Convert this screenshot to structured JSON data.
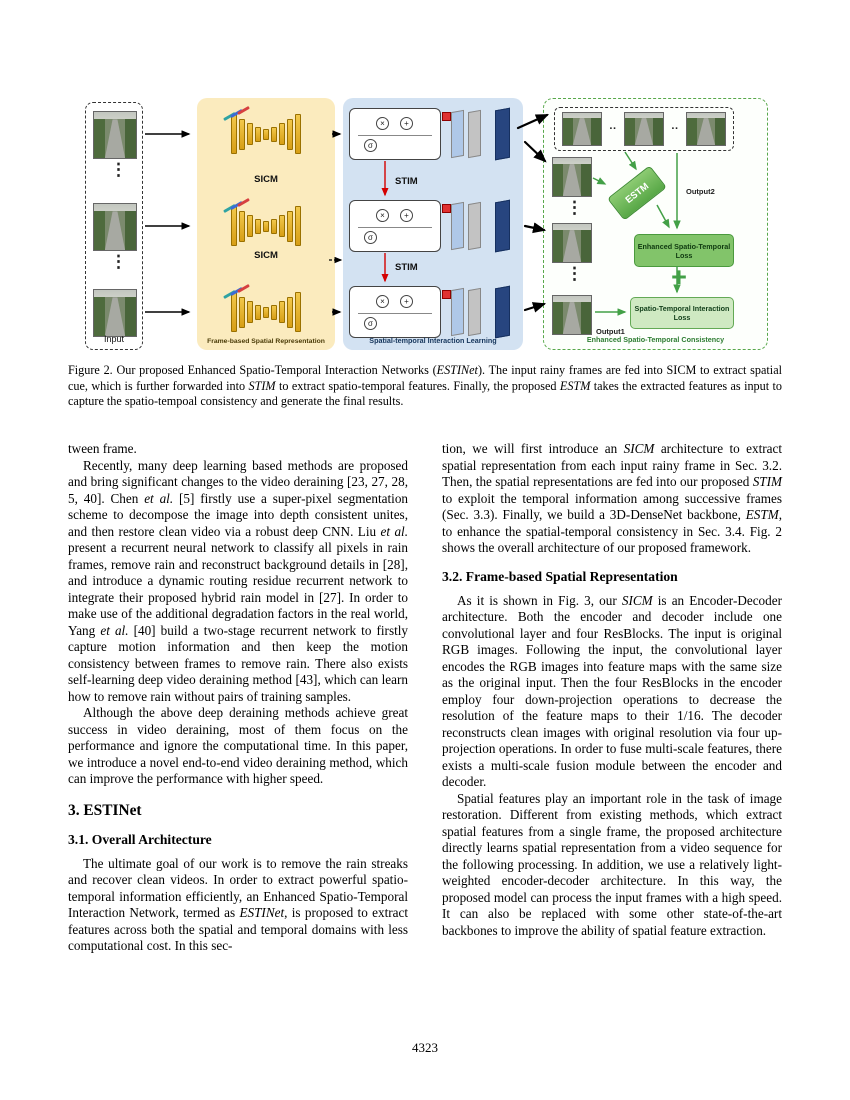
{
  "figure": {
    "input_label": "Input",
    "sicm_label_1": "SICM",
    "sicm_label_2": "SICM",
    "stim_label_1": "STIM",
    "stim_label_2": "STIM",
    "yellow_panel_label": "Frame-based Spatial Representation",
    "blue_panel_label": "Spatial-temporal Interaction Learning",
    "green_panel_label": "Enhanced Spatio-Temporal Consistency",
    "estm_label": "ESTM",
    "output2_label": "Output2",
    "output1_label": "Output1",
    "loss_top_label": "Enhanced Spatio-Temporal Loss",
    "plus_label": "+",
    "loss_bottom_label": "Spatio-Temporal Interaction Loss",
    "dots_vertical": "⋮",
    "dots_horizontal": "··",
    "stim_sym_mul": "×",
    "stim_sym_add": "+",
    "stim_sym_sig": "σ",
    "colors": {
      "yellow_panel": "#FBEBBE",
      "blue_panel": "#D3E2F2",
      "green_border": "#58A84B",
      "bar_gold": "#E8B62C",
      "navy_block": "#27457F",
      "estm_green": "#57A746",
      "loss_green": "#82C46A",
      "loss_light_green": "#CFE9C2",
      "red_accent": "#E03131"
    }
  },
  "caption": [
    {
      "t": "Figure 2.  Our proposed Enhanced Spatio-Temporal Interaction Networks ("
    },
    {
      "t": "ESTINet",
      "i": true
    },
    {
      "t": ").  The input rainy frames are fed into SICM to extract spatial cue, which is further forwarded into "
    },
    {
      "t": "STIM",
      "i": true
    },
    {
      "t": " to extract spatio-temporal features.  Finally, the proposed "
    },
    {
      "t": "ESTM",
      "i": true
    },
    {
      "t": " takes the extracted features as input to capture the spatio-tempoal consistency and generate the final results."
    }
  ],
  "columns": {
    "left": {
      "p0": "tween frame.",
      "p1": [
        {
          "t": "Recently, many deep learning based methods are proposed and bring significant changes to the video deraining [23, 27, 28, 5, 40]. Chen "
        },
        {
          "t": "et al.",
          "i": true
        },
        {
          "t": " [5] firstly use a super-pixel segmentation scheme to decompose the image into depth consistent unites, and then restore clean video via a robust deep CNN. Liu "
        },
        {
          "t": "et al.",
          "i": true
        },
        {
          "t": " present a recurrent neural network to classify all pixels in rain frames, remove rain and reconstruct background details in [28], and introduce a dynamic routing residue recurrent network to integrate their proposed hybrid rain model in [27]. In order to make use of the additional degradation factors in the real world, Yang "
        },
        {
          "t": "et al.",
          "i": true
        },
        {
          "t": " [40] build a two-stage recurrent network to firstly capture motion information and then keep the motion consistency between frames to remove rain. There also exists self-learning deep video deraining method [43], which can learn how to remove rain without pairs of training samples."
        }
      ],
      "p2": "Although the above deep deraining methods achieve great success in video deraining, most of them focus on the performance and ignore the computational time.  In this paper, we introduce a novel end-to-end video deraining method, which can improve the performance with higher speed.",
      "h_section": "3. ESTINet",
      "h_sub": "3.1. Overall Architecture",
      "p3": [
        {
          "t": "The ultimate goal of our work is to remove the rain streaks and recover clean videos.  In order to extract powerful spatio-temporal information efficiently, an Enhanced Spatio-Temporal Interaction Network, termed as "
        },
        {
          "t": "ESTINet",
          "i": true
        },
        {
          "t": ", is proposed to extract features across both the spatial and temporal domains with less computational cost. In this sec-"
        }
      ]
    },
    "right": {
      "p4": [
        {
          "t": "tion, we will first introduce an "
        },
        {
          "t": "SICM",
          "i": true
        },
        {
          "t": " architecture to extract spatial representation from each input rainy frame in Sec. 3.2.  Then, the spatial representations are fed into our proposed "
        },
        {
          "t": "STIM",
          "i": true
        },
        {
          "t": " to exploit the temporal information among successive frames (Sec. 3.3). Finally, we build a 3D-DenseNet backbone, "
        },
        {
          "t": "ESTM",
          "i": true
        },
        {
          "t": ", to enhance the spatial-temporal consistency in Sec. 3.4.  Fig. 2 shows the overall architecture of our proposed framework."
        }
      ],
      "h_sub": "3.2. Frame-based Spatial Representation",
      "p5": [
        {
          "t": "As it is shown in Fig.  3, our "
        },
        {
          "t": "SICM",
          "i": true
        },
        {
          "t": " is an Encoder-Decoder architecture. Both the encoder and decoder include one convolutional layer and four ResBlocks.  The input is original RGB images.  Following the input, the convolutional layer encodes the RGB images into feature maps with the same size as the original input. Then the four ResBlocks in the encoder employ four down-projection operations to decrease the resolution of the feature maps to their 1/16. The decoder reconstructs clean images with original resolution via four up-projection operations.  In order to fuse multi-scale features, there exists a multi-scale fusion module between the encoder and decoder."
        }
      ],
      "p6": "Spatial features play an important role in the task of image restoration. Different from existing methods, which extract spatial features from a single frame, the proposed architecture directly learns spatial representation from a video sequence for the following processing.  In addition, we use a relatively light-weighted encoder-decoder architecture. In this way, the proposed model can process the input frames with a high speed. It can also be replaced with some other state-of-the-art backbones to improve the ability of spatial feature extraction."
    }
  },
  "page_number": "4323"
}
